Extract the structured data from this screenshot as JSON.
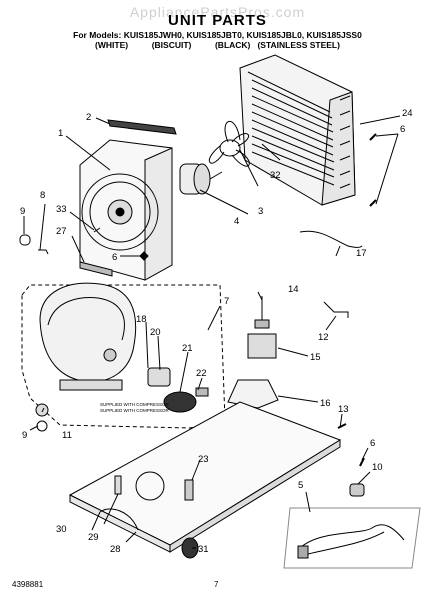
{
  "watermark": "AppliancePartsPros.com",
  "title": "UNIT PARTS",
  "models_line": "For Models: KUIS185JWH0, KUIS185JBT0, KUIS185JBL0, KUIS185JSS0",
  "colors_line": "(WHITE)          (BISCUIT)          (BLACK)   (STAINLESS STEEL)",
  "compressor_note": "SUPPLIED WITH COMPRESSOR",
  "compressor_note2": "SUPPLIED WITH COMPRESSOR",
  "footer_left": "4398881",
  "footer_page": "7",
  "callouts": {
    "c1": "1",
    "c2": "2",
    "c3": "3",
    "c4": "4",
    "c5": "5",
    "c6a": "6",
    "c6b": "6",
    "c6c": "6",
    "c7": "7",
    "c8": "8",
    "c9a": "9",
    "c9b": "9",
    "c10": "10",
    "c11": "11",
    "c12": "12",
    "c13": "13",
    "c14": "14",
    "c15": "15",
    "c16": "16",
    "c17": "17",
    "c18": "18",
    "c20": "20",
    "c21": "21",
    "c22": "22",
    "c23": "23",
    "c24": "24",
    "c27": "27",
    "c28": "28",
    "c29": "29",
    "c30": "30",
    "c31": "31",
    "c32": "32",
    "c33": "33"
  }
}
